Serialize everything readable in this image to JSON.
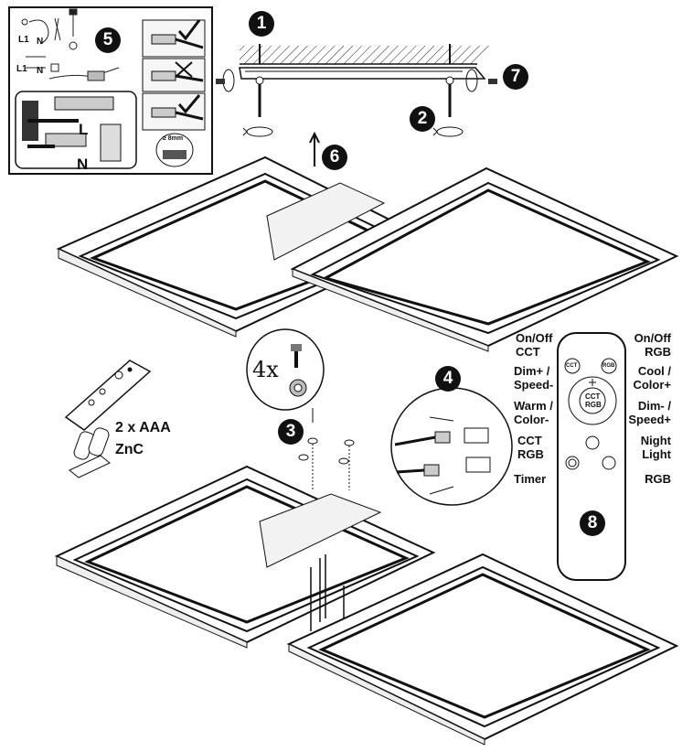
{
  "steps": {
    "s1": "1",
    "s2": "2",
    "s3": "3",
    "s4": "4",
    "s5": "5",
    "s6": "6",
    "s7": "7",
    "s8": "8"
  },
  "wiring": {
    "l1_top": "L1",
    "n_top": "N",
    "l1_bottom": "L1",
    "n_bottom": "N",
    "l_label": "L",
    "n_label": "N",
    "strip_length": "≥ 8mm"
  },
  "screws": {
    "quantity": "4x"
  },
  "batteries": {
    "line1": "2 x AAA",
    "line2": "ZnC"
  },
  "remote": {
    "on_off_cct": [
      "On/Off",
      "CCT"
    ],
    "on_off_rgb": [
      "On/Off",
      "RGB"
    ],
    "dim_plus": [
      "Dim+ /",
      "Speed-"
    ],
    "cool_color_plus": [
      "Cool /",
      "Color+"
    ],
    "warm_color_minus": [
      "Warm /",
      "Color-"
    ],
    "dim_minus": [
      "Dim- /",
      "Speed+"
    ],
    "cct_rgb": [
      "CCT",
      "RGB"
    ],
    "night_light": [
      "Night",
      "Light"
    ],
    "timer": "Timer",
    "rgb": "RGB",
    "button_cct": "CCT",
    "button_rgb": "RGB",
    "center_top": "CCT",
    "center_bottom": "RGB"
  },
  "icons": [
    "check-icon",
    "cross-icon",
    "rotate-arrow-icon",
    "moon-icon",
    "clock-icon",
    "sun-icon"
  ]
}
